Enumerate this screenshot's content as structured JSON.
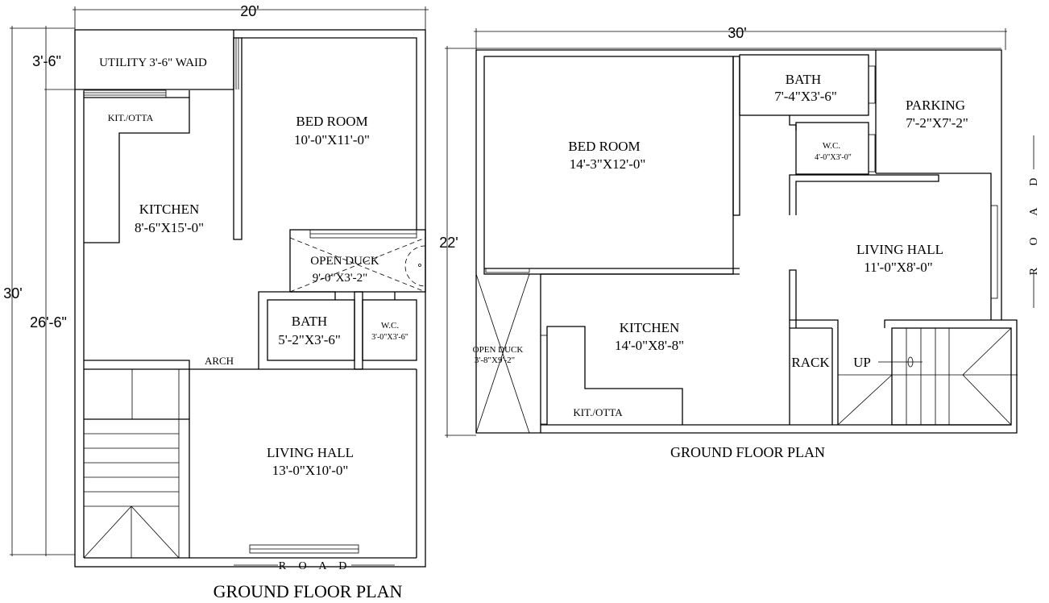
{
  "left_plan": {
    "title": "GROUND FLOOR PLAN",
    "dimensions": {
      "width": "20'",
      "depth": "30'",
      "utility_depth": "3'-6\"",
      "main_depth": "26'-6\""
    },
    "rooms": {
      "utility": "UTILITY 3'-6\" WAID",
      "kit_otta": "KIT./OTTA",
      "kitchen": {
        "name": "KITCHEN",
        "size": "8'-6\"X15'-0\""
      },
      "bedroom": {
        "name": "BED ROOM",
        "size": "10'-0\"X11'-0\""
      },
      "open_duck": {
        "name": "OPEN DUCK",
        "size": "9'-0\"X3'-2\""
      },
      "bath": {
        "name": "BATH",
        "size": "5'-2\"X3'-6\""
      },
      "wc": {
        "name": "W.C.",
        "size": "3'-0\"X3'-6\""
      },
      "arch": "ARCH",
      "living": {
        "name": "LIVING HALL",
        "size": "13'-0\"X10'-0\""
      }
    },
    "road": "R O A D"
  },
  "right_plan": {
    "title": "GROUND FLOOR PLAN",
    "dimensions": {
      "width": "30'",
      "depth": "22'"
    },
    "rooms": {
      "bedroom": {
        "name": "BED ROOM",
        "size": "14'-3\"X12'-0\""
      },
      "bath": {
        "name": "BATH",
        "size": "7'-4\"X3'-6\""
      },
      "wc": {
        "name": "W.C.",
        "size": "4'-0\"X3'-0\""
      },
      "parking": {
        "name": "PARKING",
        "size": "7'-2\"X7'-2\""
      },
      "living": {
        "name": "LIVING HALL",
        "size": "11'-0\"X8'-0\""
      },
      "open_duck": {
        "name": "OPEN DUCK",
        "size": "3'-8\"X9'-2\""
      },
      "kitchen": {
        "name": "KITCHEN",
        "size": "14'-0\"X8'-8\""
      },
      "kit_otta": "KIT./OTTA",
      "rack": "RACK",
      "up": "UP"
    },
    "road": "R O A D"
  }
}
